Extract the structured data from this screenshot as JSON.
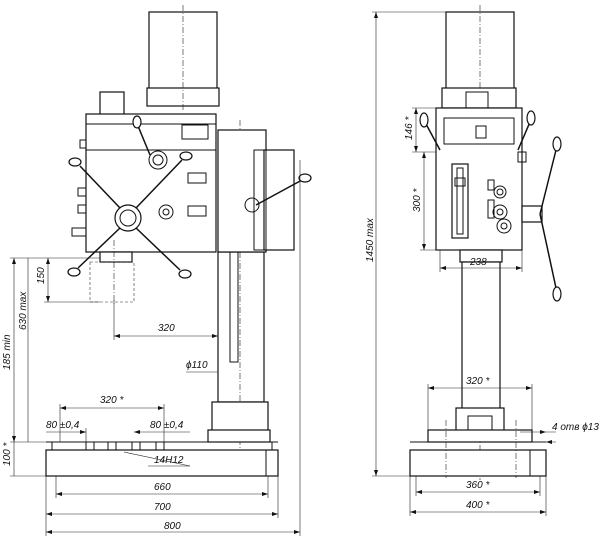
{
  "dimensions": {
    "front": {
      "d150": "150",
      "d630": "630 max",
      "d185": "185 min",
      "d320_arm": "320",
      "d110": "ϕ110",
      "d320_slots": "320 *",
      "d80_left": "80 ±0,4",
      "d80_right": "80 ±0,4",
      "d100": "100 *",
      "d14h12": "14H12",
      "d660": "660",
      "d700": "700",
      "d800": "800"
    },
    "side": {
      "d1450": "1450 max",
      "d146": "146 *",
      "d300": "300 *",
      "d238": "238",
      "d320_col": "320 *",
      "holes": "4 отв ϕ13",
      "d360": "360 *",
      "d400": "400 *"
    }
  }
}
